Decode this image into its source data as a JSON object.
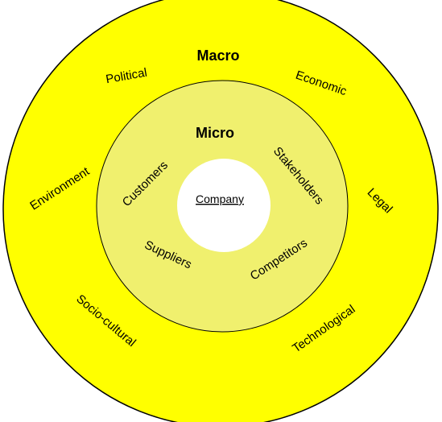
{
  "colors": {
    "outer_fill": "#ffff00",
    "middle_fill": "#f0f06e",
    "inner_fill": "#ffffff",
    "stroke": "#000000",
    "text": "#000000"
  },
  "macro": {
    "heading": "Macro",
    "factors": {
      "political": "Political",
      "economic": "Economic",
      "environment": "Environment",
      "legal": "Legal",
      "socio_cultural": "Socio-cultural",
      "technological": "Technological"
    }
  },
  "micro": {
    "heading": "Micro",
    "factors": {
      "customers": "Customers",
      "stakeholders": "Stakeholders",
      "suppliers": "Suppliers",
      "competitors": "Competitors"
    }
  },
  "core": {
    "label": "Company"
  }
}
